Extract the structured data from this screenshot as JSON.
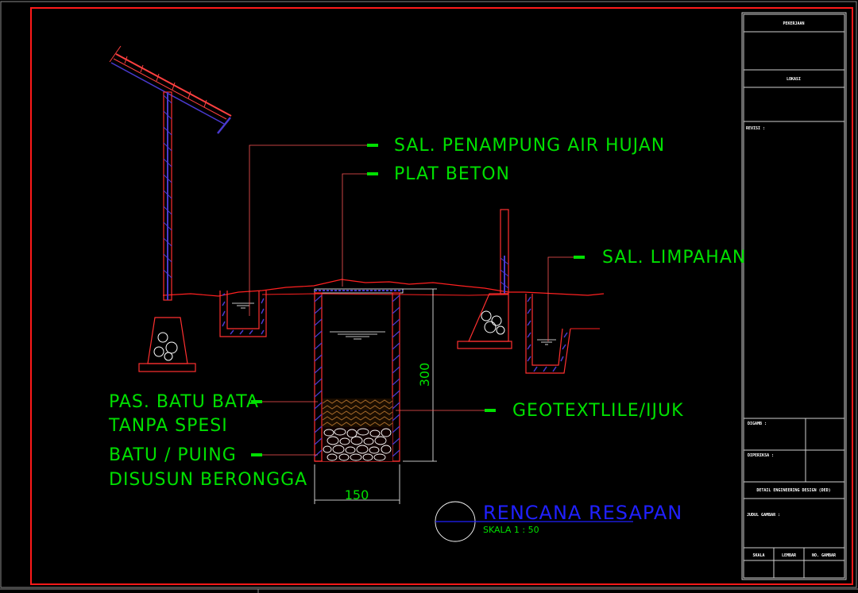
{
  "colors": {
    "background": "#000000",
    "frame": "#ff1a1a",
    "label": "#00e000",
    "structure": "#ff3030",
    "hatch": "#4a3ad0",
    "leader": "#ff5555",
    "title": "#2020ff",
    "dimension": "#ffffff"
  },
  "labels": {
    "sal_penampung": "SAL. PENAMPUNG AIR HUJAN",
    "plat_beton": "PLAT BETON",
    "sal_limpahan": "SAL. LIMPAHAN",
    "pas_batu_line1": "PAS. BATU BATA",
    "pas_batu_line2": "TANPA SPESI",
    "batu_puing_line1": "BATU / PUING",
    "batu_puing_line2": "DISUSUN BERONGGA",
    "geotextile": "GEOTEXTLILE/IJUK"
  },
  "dimensions": {
    "depth": "300",
    "width": "150"
  },
  "drawing_title": {
    "title": "RENCANA RESAPAN",
    "scale": "SKALA   1 : 50"
  },
  "title_block": {
    "pekerjaan": "PEKERJAAN",
    "lokasi": "LOKASI",
    "revisi": "REVISI :",
    "digambar": "DIGAMB :",
    "diperiksa": "DIPERIKSA :",
    "ded": "DETAIL ENGINEERING DESIGN (DED)",
    "judul_gambar": "JUDUL GAMBAR :",
    "skala": "SKALA",
    "lembar": "LEMBAR",
    "no_gambar": "NO. GAMBAR"
  }
}
